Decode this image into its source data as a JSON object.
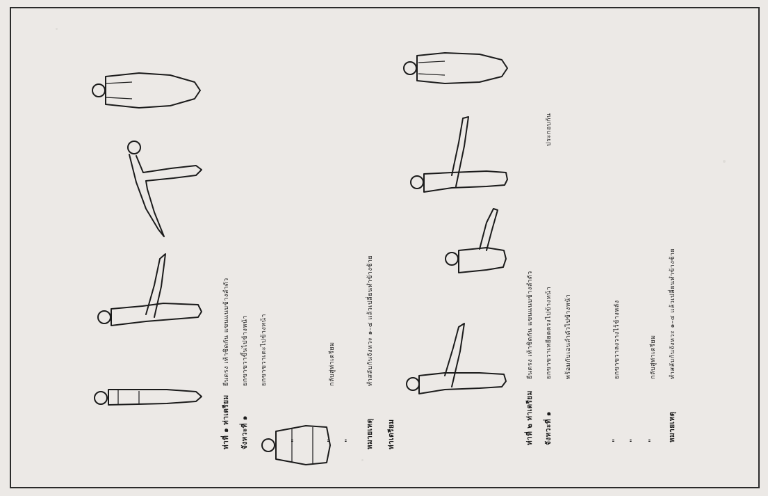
{
  "section_a": {
    "heading": "ท่าที่ ๑ ท่าเตรียม",
    "steps": [
      "จังหวะที่ ๑",
      "\"",
      "\"",
      "\""
    ],
    "lines": [
      "ยืนตรง เท้าชิดกัน แขนแนบข้างลำตัว",
      "ยกขาขวาขึ้นไปข้างหน้า",
      "ยกขาขวาเตะไปข้างหน้า",
      "กลับสู่ท่าเตรียม",
      "ทำสลับกันจังหวะ ๑–๔ แล้วเปลี่ยนทำข้างซ้าย"
    ],
    "rest_label": "หมายเหตุ"
  },
  "section_b": {
    "heading": "ท่าที่ ๒ ท่าเตรียม",
    "steps": [
      "จังหวะที่ ๑",
      "\"",
      "\"",
      "\""
    ],
    "lines": [
      "ยืนตรง เท้าชิดกัน แขนแนบข้างลำตัว",
      "ยกขาขวาเหยียดตรงไปข้างหน้า",
      "พร้อมกับเอนลำตัวไปข้างหน้า",
      "ยกขาขวาลงวางไว้ข้างหลัง",
      "กลับสู่ท่าเตรียม",
      "ทำสลับกันจังหวะ ๑–๔ แล้วเปลี่ยนทำข้างซ้าย"
    ],
    "rest_label": "หมายเหตุ",
    "side_note": "ประกอบกัน"
  },
  "middle_label": "ท่าเตรียม"
}
